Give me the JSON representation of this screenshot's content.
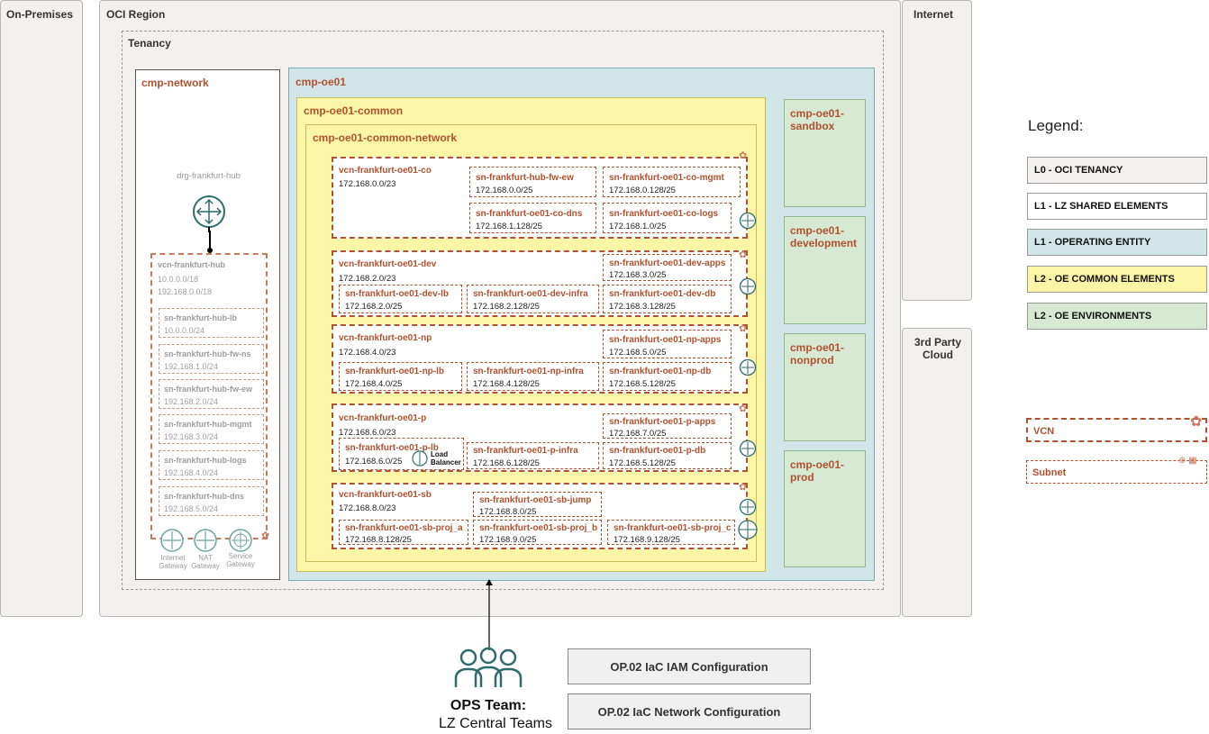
{
  "regions": {
    "on_premises": "On-Premises",
    "oci_region": "OCI Region",
    "internet": "Internet",
    "third_party": "3rd Party Cloud",
    "tenancy": "Tenancy"
  },
  "network": {
    "title": "cmp-network",
    "drg": "drg-frankfurt-hub",
    "hub_vcn": {
      "name": "vcn-frankfurt-hub",
      "cidr1": "10.0.0.0/18",
      "cidr2": "192.168.0.0/18"
    },
    "hub_subnets": [
      {
        "name": "sn-frankfurt-hub-lb",
        "cidr": "10.0.0.0/24"
      },
      {
        "name": "sn-frankfurt-hub-fw-ns",
        "cidr": "192.168.1.0/24"
      },
      {
        "name": "sn-frankfurt-hub-fw-ew",
        "cidr": "192.168.2.0/24"
      },
      {
        "name": "sn-frankfurt-hub-mgmt",
        "cidr": "192.168.3.0/24"
      },
      {
        "name": "sn-frankfurt-hub-logs",
        "cidr": "192.168.4.0/24"
      },
      {
        "name": "sn-frankfurt-hub-dns",
        "cidr": "192.168.5.0/24"
      }
    ],
    "gateways": {
      "internet": "Internet Gateway",
      "nat": "NAT Gateway",
      "service": "Service Gateway"
    }
  },
  "oe": {
    "title": "cmp-oe01",
    "common_title": "cmp-oe01-common",
    "common_network_title": "cmp-oe01-common-network",
    "envs": [
      "cmp-oe01-sandbox",
      "cmp-oe01-development",
      "cmp-oe01-nonprod",
      "cmp-oe01-prod"
    ],
    "vcns": [
      {
        "name": "vcn-frankfurt-oe01-co",
        "cidr": "172.168.0.0/23",
        "subnets": [
          {
            "name": "sn-frankfurt-hub-fw-ew",
            "cidr": "172.168.0.0/25"
          },
          {
            "name": "sn-frankfurt-oe01-co-mgmt",
            "cidr": "172.168.0.128/25"
          },
          {
            "name": "sn-frankfurt-oe01-co-dns",
            "cidr": "172.168.1.128/25"
          },
          {
            "name": "sn-frankfurt-oe01-co-logs",
            "cidr": "172.168.1.0/25"
          }
        ]
      },
      {
        "name": "vcn-frankfurt-oe01-dev",
        "cidr": "172.168.2.0/23",
        "subnets": [
          {
            "name": "sn-frankfurt-oe01-dev-apps",
            "cidr": "172.168.3.0/25"
          },
          {
            "name": "sn-frankfurt-oe01-dev-lb",
            "cidr": "172.168.2.0/25"
          },
          {
            "name": "sn-frankfurt-oe01-dev-infra",
            "cidr": "172.168.2.128/25"
          },
          {
            "name": "sn-frankfurt-oe01-dev-db",
            "cidr": "172.168.3.128/25"
          }
        ]
      },
      {
        "name": "vcn-frankfurt-oe01-np",
        "cidr": "172.168.4.0/23",
        "subnets": [
          {
            "name": "sn-frankfurt-oe01-np-apps",
            "cidr": "172.168.5.0/25"
          },
          {
            "name": "sn-frankfurt-oe01-np-lb",
            "cidr": "172.168.4.0/25"
          },
          {
            "name": "sn-frankfurt-oe01-np-infra",
            "cidr": "172.168.4.128/25"
          },
          {
            "name": "sn-frankfurt-oe01-np-db",
            "cidr": "172.168.5.128/25"
          }
        ]
      },
      {
        "name": "vcn-frankfurt-oe01-p",
        "cidr": "172.168.6.0/23",
        "subnets": [
          {
            "name": "sn-frankfurt-oe01-p-apps",
            "cidr": "172.168.7.0/25"
          },
          {
            "name": "sn-frankfurt-oe01-p-lb",
            "cidr": "172.168.6.0/25"
          },
          {
            "name": "sn-frankfurt-oe01-p-infra",
            "cidr": "172.168.6.128/25"
          },
          {
            "name": "sn-frankfurt-oe01-p-db",
            "cidr": "172.168.5.128/25"
          }
        ],
        "lb_label": "Load Balancer"
      },
      {
        "name": "vcn-frankfurt-oe01-sb",
        "cidr": "172.168.8.0/23",
        "subnets": [
          {
            "name": "sn-frankfurt-oe01-sb-jump",
            "cidr": "172.168.8.0/25"
          },
          {
            "name": "sn-frankfurt-oe01-sb-proj_a",
            "cidr": "172.168.8.128/25"
          },
          {
            "name": "sn-frankfurt-oe01-sb-proj_b",
            "cidr": "172.168.9.0/25"
          },
          {
            "name": "sn-frankfurt-oe01-sb-proj_c",
            "cidr": "172.168.9.128/25"
          }
        ]
      }
    ]
  },
  "legend": {
    "title": "Legend:",
    "items": [
      {
        "label": "L0 - OCI TENANCY",
        "color": "#f2f1ef"
      },
      {
        "label": "L1 - LZ SHARED ELEMENTS",
        "color": "#ffffff"
      },
      {
        "label": "L1 - OPERATING ENTITY",
        "color": "#d2e5e8"
      },
      {
        "label": "L2 - OE COMMON ELEMENTS",
        "color": "#fbf6a6"
      },
      {
        "label": "L2 - OE ENVIRONMENTS",
        "color": "#d7e8d3"
      }
    ],
    "vcn": "VCN",
    "subnet": "Subnet"
  },
  "team": {
    "title": "OPS Team:",
    "subtitle": "LZ Central Teams"
  },
  "buttons": {
    "iam": "OP.02 IaC IAM Configuration",
    "network": "OP.02 IaC Network Configuration"
  },
  "colors": {
    "accent": "#b0522f",
    "router": "#2f6b6b",
    "env_green": "#d7e8d3",
    "oe_blue": "#d2e5e8",
    "common_yellow": "#fbf6a6"
  }
}
